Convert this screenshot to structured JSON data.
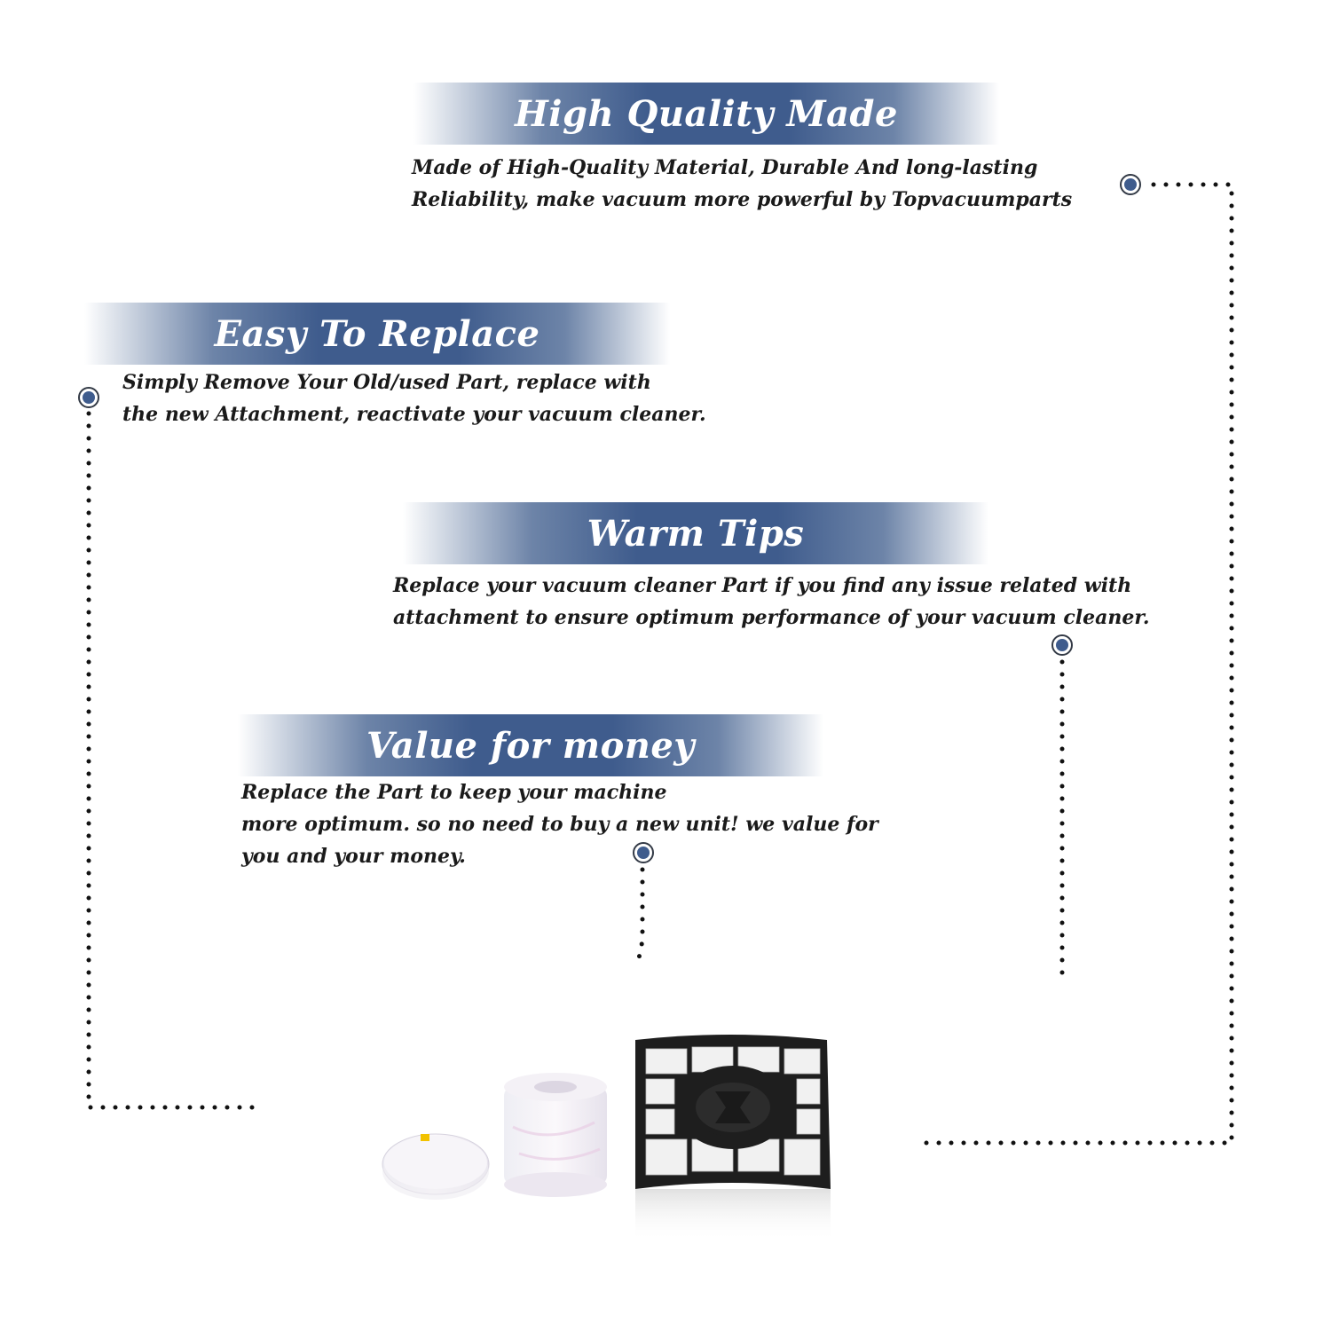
{
  "sections": [
    {
      "title": "High Quality Made",
      "lines": [
        "Made of  High-Quality Material, Durable And long-lasting",
        "Reliability, make vacuum more powerful by Topvacuumparts"
      ]
    },
    {
      "title": "Easy To Replace",
      "lines": [
        "Simply Remove Your Old/used Part, replace with",
        "the new Attachment, reactivate your vacuum cleaner."
      ]
    },
    {
      "title": "Warm Tips",
      "lines": [
        "Replace your vacuum cleaner Part if you find any issue related with",
        " attachment to ensure optimum performance of your vacuum cleaner."
      ]
    },
    {
      "title": "Value for money",
      "lines": [
        "Replace the Part to keep your machine",
        "more optimum. so no need to buy a new unit! we value for",
        "you and your money."
      ]
    }
  ],
  "colors": {
    "accent": "#3f5c8d",
    "text": "#1a1a1a",
    "dots": "#111111"
  },
  "icons": [
    "bullet-marker-icon",
    "foam-disc-filter",
    "foam-cylinder-filter",
    "hepa-filter"
  ]
}
